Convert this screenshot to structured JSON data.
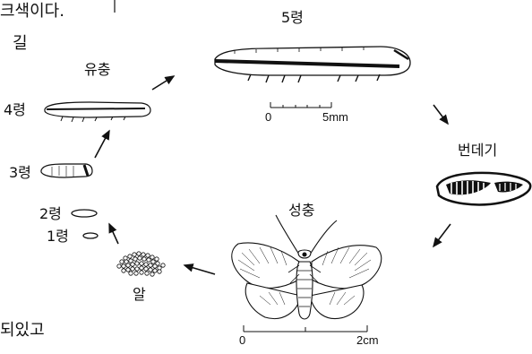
{
  "fragments": {
    "top_left": "크색이다.",
    "line2": "길",
    "bottom_left": "되있고"
  },
  "stages": {
    "instar5": "5령",
    "larva": "유충",
    "instar4": "4령",
    "instar3": "3령",
    "instar2": "2령",
    "instar1": "1령",
    "egg": "알",
    "pupa": "번데기",
    "adult": "성충"
  },
  "scales": {
    "larva": {
      "zero": "0",
      "end": "5mm"
    },
    "adult": {
      "zero": "0",
      "end": "2cm"
    }
  },
  "colors": {
    "ink": "#111111",
    "background": "#ffffff"
  }
}
